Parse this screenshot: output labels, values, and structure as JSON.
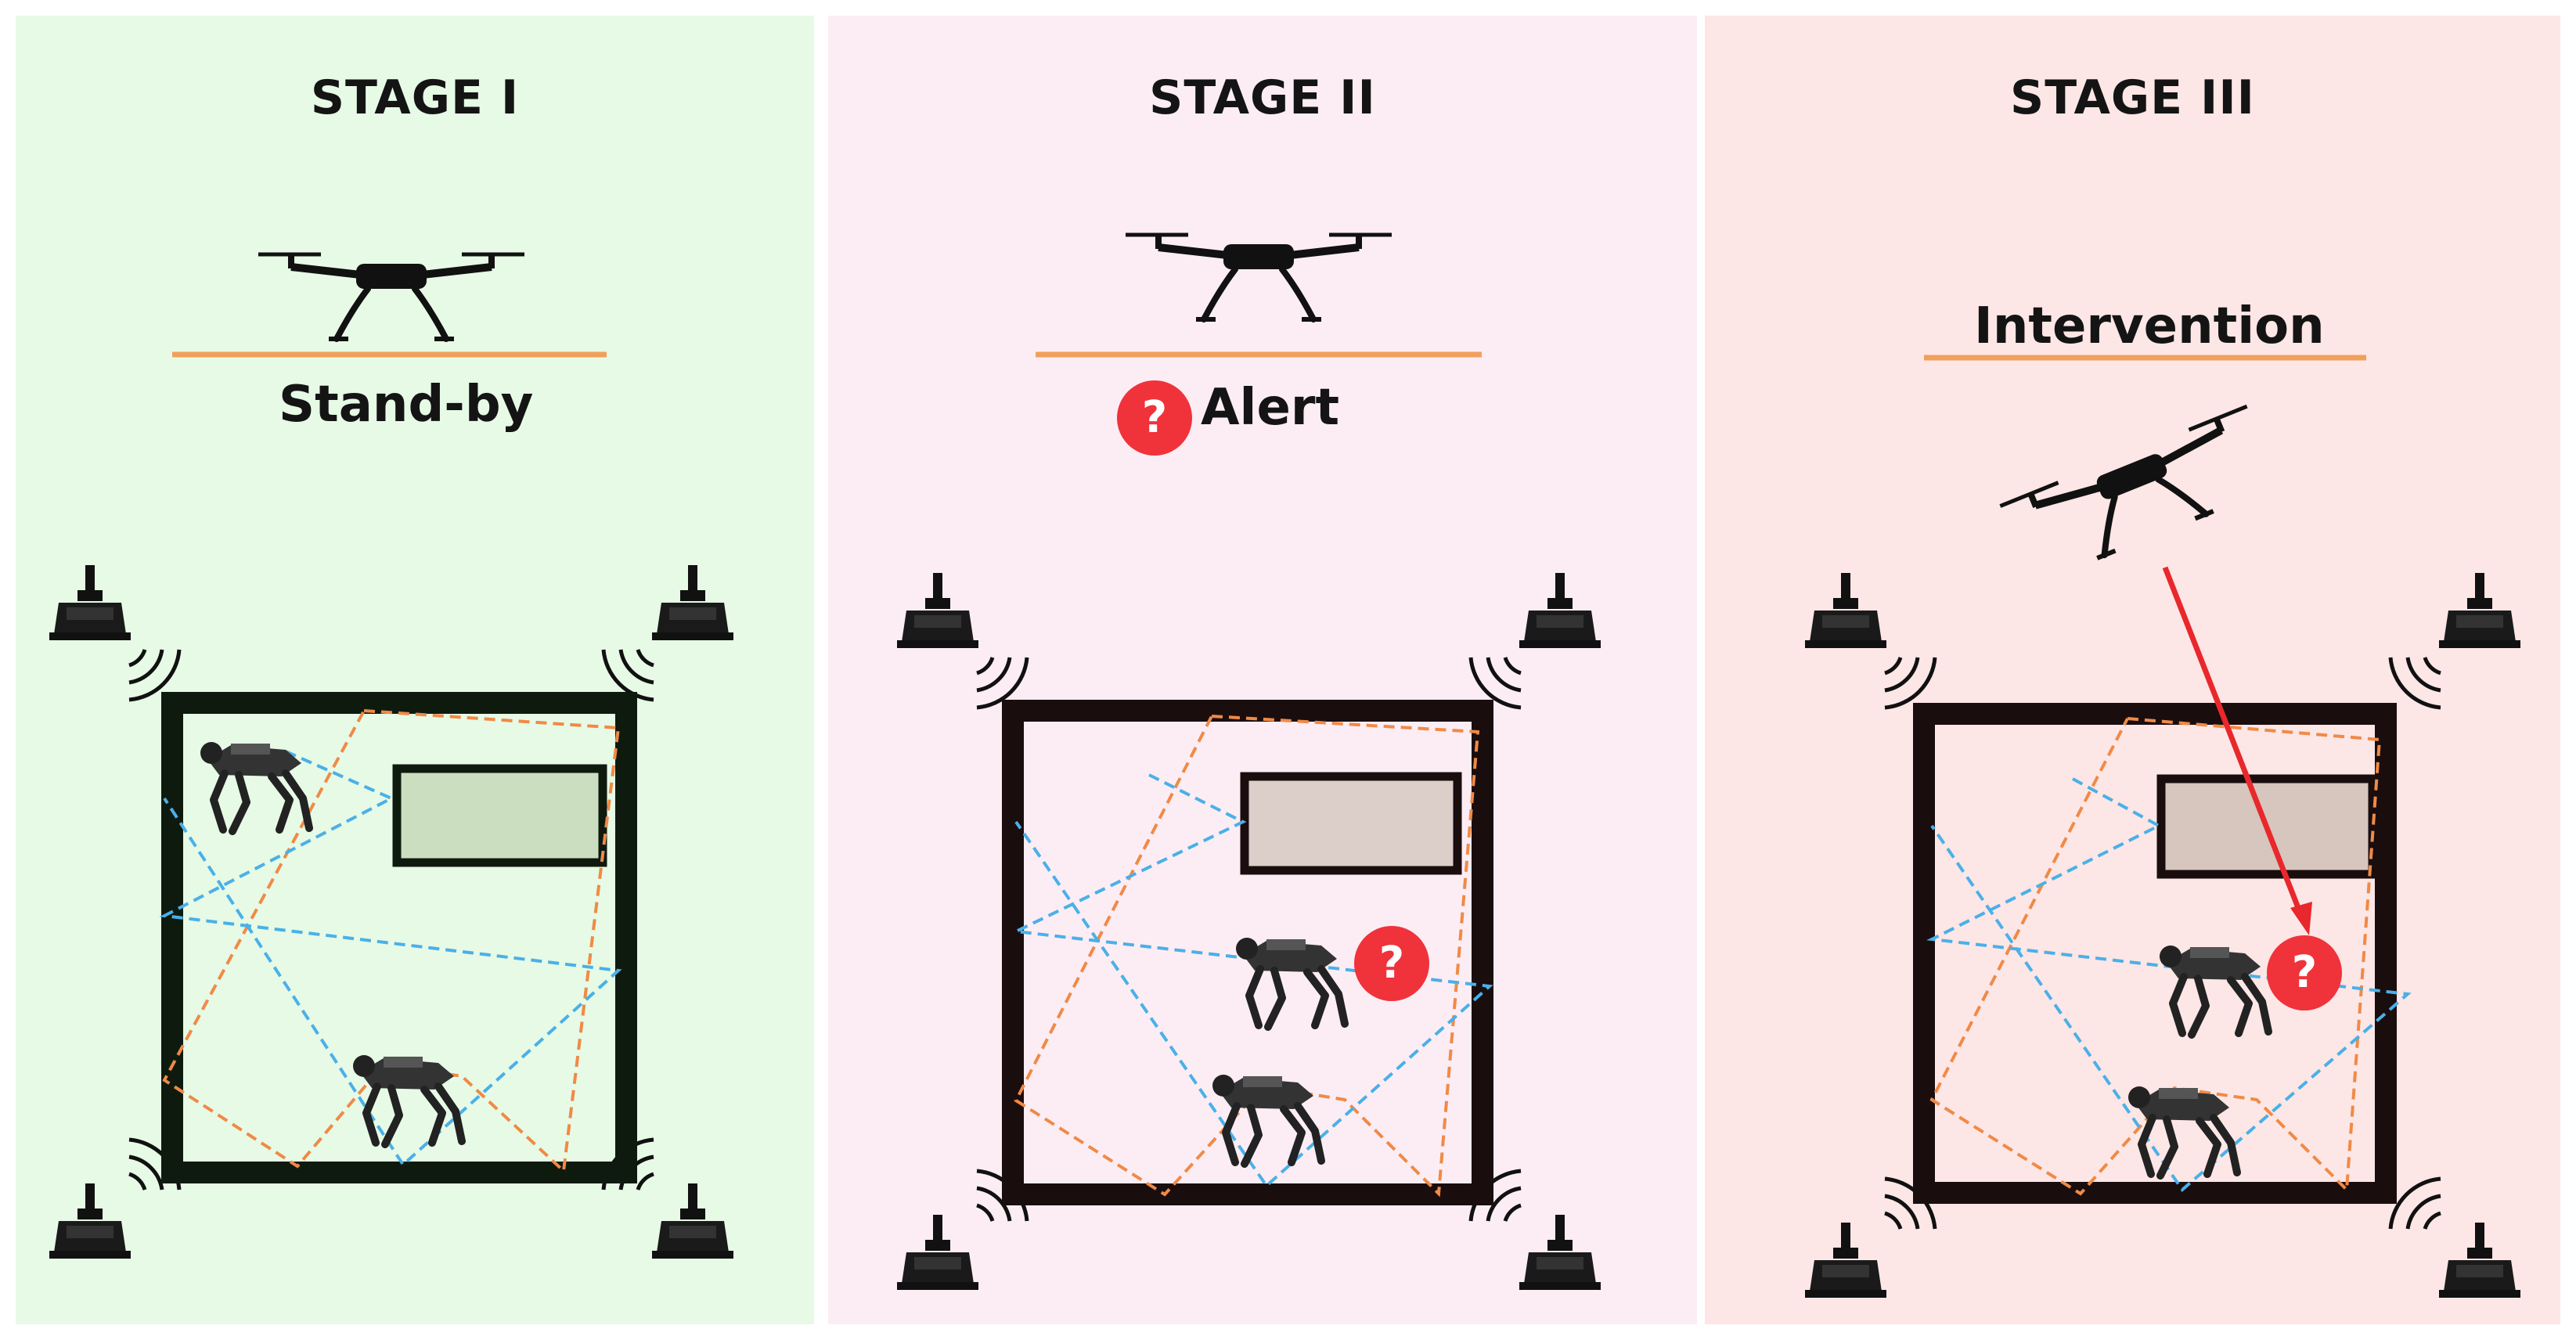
{
  "colors": {
    "stage1_bg": "#e6fae6",
    "stage2_bg": "#fcedf5",
    "stage3_bg": "#fde6e6",
    "baseline": "#f0a05a",
    "orange_path": "#f08a46",
    "blue_path": "#4ab0e8",
    "alert": "#f0323a",
    "arrow": "#e8282c",
    "stage1_obstacle": "#cbdfc0",
    "stage2_obstacle": "#dccfca",
    "stage3_obstacle": "#d7c6bd"
  },
  "stages": [
    {
      "title": "STAGE I",
      "status": "Stand-by"
    },
    {
      "title": "STAGE II",
      "status": "Alert",
      "badge": "?"
    },
    {
      "title": "STAGE III",
      "status": "Intervention",
      "badge": "?"
    }
  ],
  "icons": [
    "drone-icon",
    "quadruped-robot-icon",
    "antenna-beacon-icon",
    "signal-waves-icon",
    "question-mark-icon"
  ]
}
